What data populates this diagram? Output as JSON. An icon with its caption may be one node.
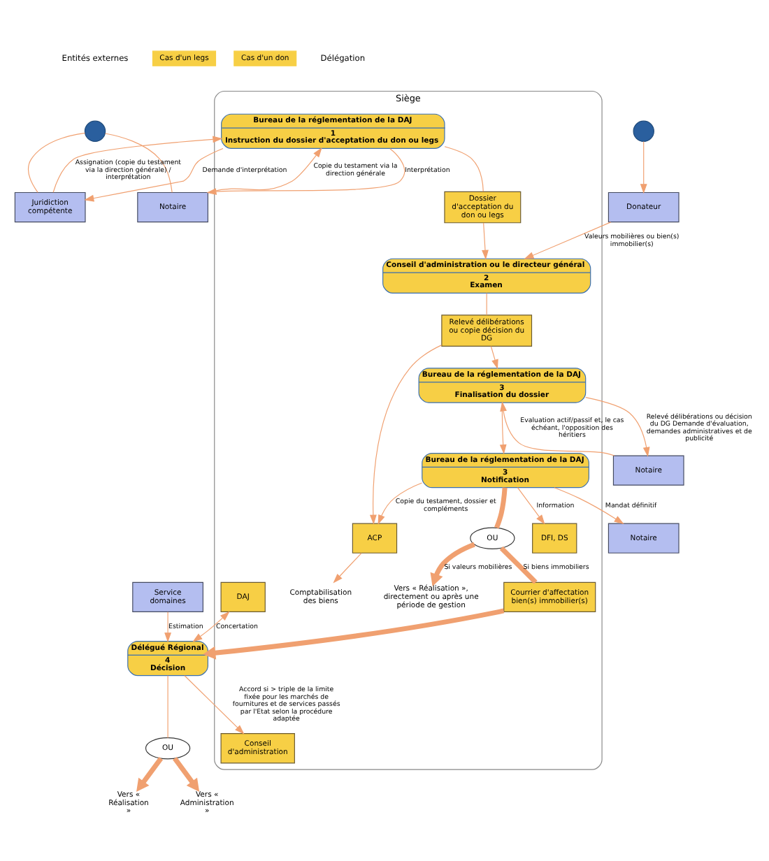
{
  "diagram": {
    "nodes": [
      {
        "text": [
          "Siège"
        ]
      },
      {
        "text": [],
        "shape": "circle"
      },
      {
        "text": [
          "Cas d'un legs"
        ]
      },
      {
        "text": [
          "Notaire"
        ]
      },
      {
        "text": [
          "Juridiction compétente"
        ]
      },
      {
        "text": [
          "Bureau de la réglementation de la DAJ",
          "1",
          "Instruction du dossier d'acceptation du don ou legs"
        ],
        "in": 0
      },
      {
        "text": [
          "Dossier d'acceptation du don ou legs"
        ],
        "in": 0
      },
      {
        "text": [],
        "shape": "circle"
      },
      {
        "text": [
          "Cas d'un don"
        ]
      },
      {
        "text": [
          "Donateur"
        ]
      },
      {
        "text": [
          "Conseil d'administration ou le directeur général",
          "2",
          "Examen"
        ],
        "in": 0
      },
      {
        "text": [
          "Relevé délibérations ou copie décision du DG"
        ],
        "in": 0
      },
      {
        "text": [
          "Notaire"
        ]
      },
      {
        "text": [
          "Bureau de la réglementation de la DAJ",
          "3",
          "Finalisation du dossier"
        ],
        "in": 0
      },
      {
        "text": [
          "Notaire"
        ]
      },
      {
        "text": [
          "Bureau de la réglementation de la DAJ",
          "3",
          "Notification"
        ],
        "in": 0
      },
      {
        "text": [
          "DFI, DS"
        ],
        "in": 0
      },
      {
        "text": [
          "ACP"
        ],
        "in": 0
      },
      {
        "text": [
          "OU"
        ],
        "in": 0
      },
      {
        "text": [
          "Courrier d'affectation bien(s) immobilier(s)"
        ],
        "in": 0
      },
      {
        "text": [
          "Service domaines"
        ]
      },
      {
        "text": [
          "DAJ"
        ],
        "in": 0
      },
      {
        "text": [
          "Conseil d'administration"
        ],
        "in": 0
      },
      {
        "text": [
          "Délégué Régional",
          "4",
          "Décision"
        ]
      },
      {
        "text": [
          "OU"
        ]
      },
      {
        "text": [
          "Vers « Réalisation », directement ou après une période de gestion"
        ],
        "in": 0
      },
      {
        "text": [
          "Comptabilisation des biens"
        ],
        "in": 0
      },
      {
        "text": [
          "Vers « Réalisation »"
        ]
      },
      {
        "text": [
          "Vers « Administration »"
        ]
      }
    ],
    "edges": [
      {
        "from": 1,
        "to": 3,
        "arrow": "none"
      },
      {
        "from": 1,
        "to": 4,
        "arrow": "none"
      },
      {
        "from": 3,
        "to": 5,
        "arrow": "to",
        "label": "Copie du testament via la direction générale"
      },
      {
        "from": 5,
        "to": 3,
        "arrow": "to",
        "label": "Interprétation"
      },
      {
        "from": 4,
        "to": 5,
        "arrow": "to",
        "label": "Assignation (copie du testament via la direction générale) / interprétation"
      },
      {
        "from": 5,
        "to": 4,
        "arrow": "to",
        "label": "Demande d'interprétation"
      },
      {
        "from": 5,
        "to": 6,
        "arrow": "none"
      },
      {
        "from": 6,
        "to": 10,
        "arrow": "to"
      },
      {
        "from": 7,
        "to": 9,
        "arrow": "to"
      },
      {
        "from": 9,
        "to": 10,
        "arrow": "to",
        "label": "Valeurs mobilières ou bien(s) immobilier(s)"
      },
      {
        "from": 10,
        "to": 11,
        "arrow": "none"
      },
      {
        "from": 11,
        "to": 13,
        "arrow": "to"
      },
      {
        "from": 11,
        "to": 17,
        "arrow": "to"
      },
      {
        "from": 13,
        "to": 12,
        "arrow": "to",
        "label": "Relevé délibérations ou décision du DG Demande d'évaluation, demandes administratives et de publicité"
      },
      {
        "from": 12,
        "to": 13,
        "arrow": "to",
        "label": "Evaluation actif/passif et, le cas échéant, l'opposition des héritiers"
      },
      {
        "from": 13,
        "to": 15,
        "arrow": "to"
      },
      {
        "from": 15,
        "to": 14,
        "arrow": "to",
        "label": "Mandat définitif"
      },
      {
        "from": 15,
        "to": 16,
        "arrow": "to",
        "label": "Information"
      },
      {
        "from": 15,
        "to": 18,
        "arrow": "none",
        "style": "thick"
      },
      {
        "from": 15,
        "to": 17,
        "arrow": "to",
        "label": "Copie du testament, dossier et compléments"
      },
      {
        "from": 17,
        "to": 26,
        "arrow": "to"
      },
      {
        "from": 18,
        "to": 25,
        "arrow": "to",
        "label": "Si valeurs mobilières",
        "style": "thick"
      },
      {
        "from": 18,
        "to": 19,
        "arrow": "none",
        "label": "Si biens immobiliers",
        "style": "thick"
      },
      {
        "from": 19,
        "to": 23,
        "arrow": "to",
        "style": "thick"
      },
      {
        "from": 20,
        "to": 23,
        "arrow": "to",
        "label": "Estimation"
      },
      {
        "from": 21,
        "to": 23,
        "arrow": "both",
        "label": "Concertation"
      },
      {
        "from": 23,
        "to": 22,
        "arrow": "to",
        "label": "Accord si > triple de la limite fixée pour les marchés de fournitures et de services passés par l'Etat selon la procédure adaptée"
      },
      {
        "from": 23,
        "to": 24,
        "arrow": "none"
      },
      {
        "from": 24,
        "to": 27,
        "arrow": "to",
        "style": "thick"
      },
      {
        "from": 24,
        "to": 28,
        "arrow": "to",
        "style": "thick"
      }
    ],
    "labels": [
      "Entités externes",
      "Délégation"
    ]
  }
}
